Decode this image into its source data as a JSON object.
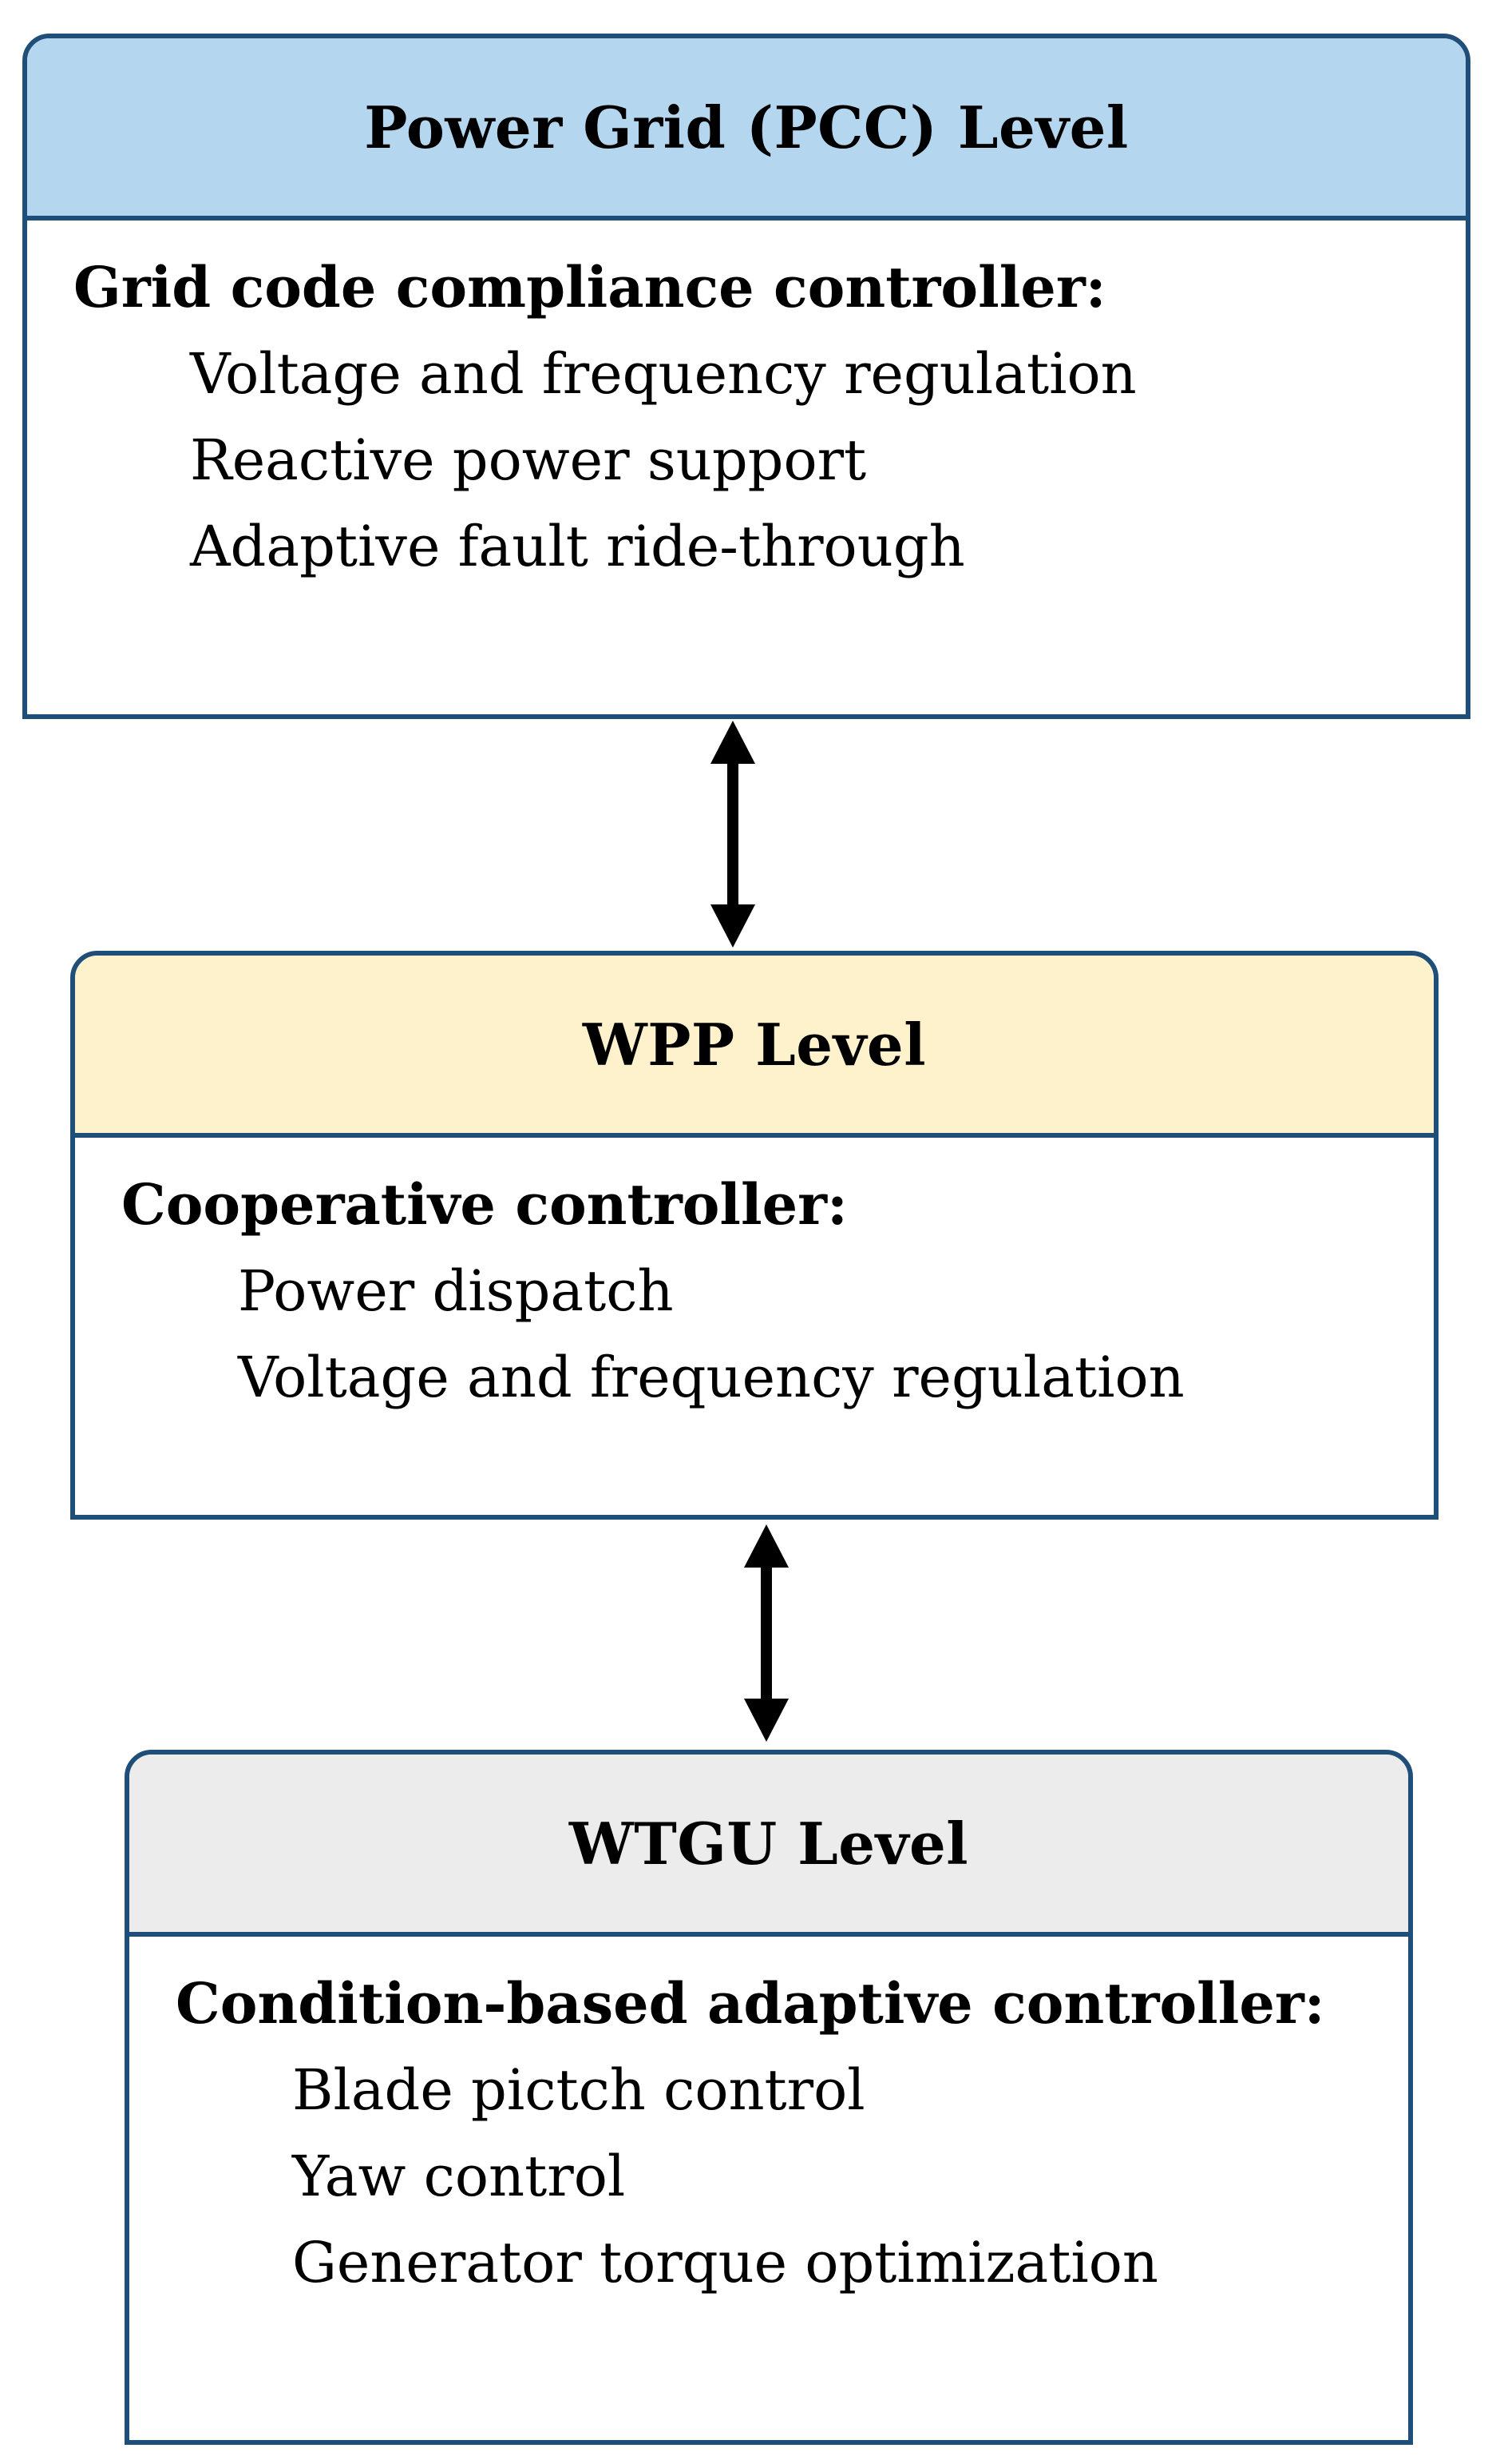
{
  "colors": {
    "border": "#1f4e79",
    "grid_header": "#b4d6ef",
    "wpp_header": "#fdf2cb",
    "wtgu_header": "#ececec",
    "arrow": "#000000"
  },
  "levels": [
    {
      "header": "Power Grid (PCC) Level",
      "controller": "Grid code compliance controller:",
      "functions": [
        "Voltage and frequency regulation",
        "Reactive power support",
        "Adaptive fault ride-through"
      ]
    },
    {
      "header": "WPP Level",
      "controller": "Cooperative controller:",
      "functions": [
        "Power dispatch",
        "Voltage and frequency regulation"
      ]
    },
    {
      "header": "WTGU Level",
      "controller": "Condition-based adaptive controller:",
      "functions": [
        "Blade pictch control",
        "Yaw control",
        "Generator torque optimization"
      ]
    }
  ],
  "arrows": [
    {
      "type": "bidirectional",
      "between": [
        "Power Grid (PCC) Level",
        "WPP Level"
      ]
    },
    {
      "type": "bidirectional",
      "between": [
        "WPP Level",
        "WTGU Level"
      ]
    }
  ]
}
